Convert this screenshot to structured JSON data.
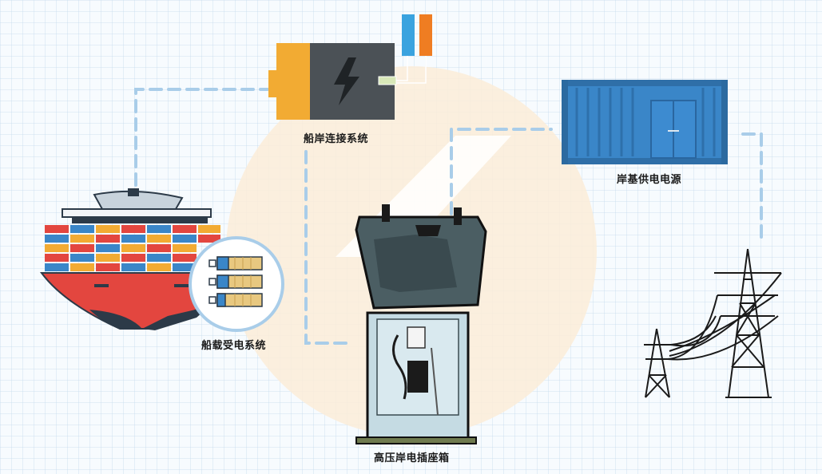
{
  "labels": {
    "shore_connection_system": "船岸连接系统",
    "shore_power_source": "岸基供电电源",
    "ship_power_system": "船载受电系统",
    "hv_socket_box": "高压岸电插座箱"
  },
  "colors": {
    "connector_line": "#a9cde9",
    "center_disc": "#fbecd8",
    "battery_body": "#4b5156",
    "battery_cap": "#f2ab33",
    "container_blue": "#3a86c8",
    "ship_hull_red": "#e3463f",
    "box_cabinet": "#c5dbe3"
  },
  "icons": [
    "lightning-icon",
    "ship-icon",
    "container-icon",
    "pylon-icon",
    "battery-pack-icon",
    "socket-box-icon"
  ]
}
